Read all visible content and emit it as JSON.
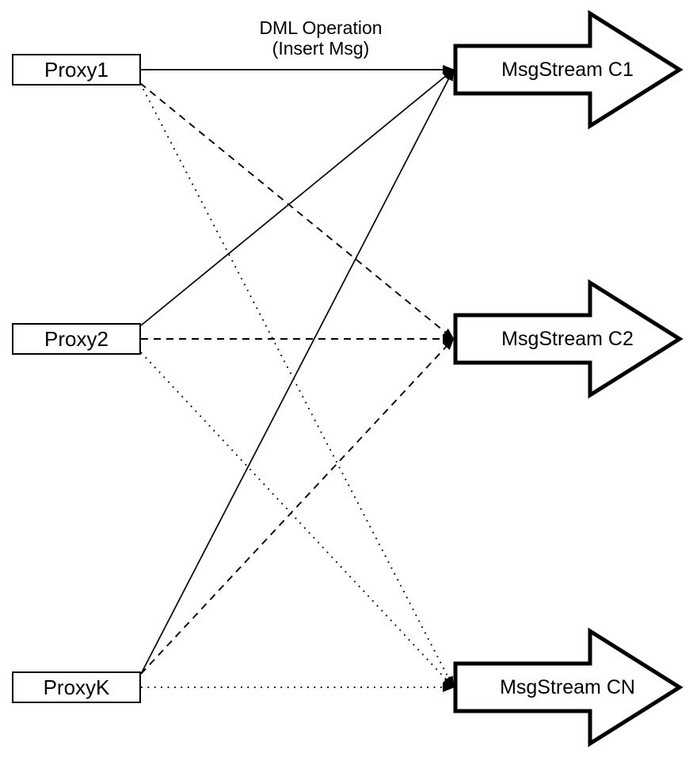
{
  "diagram": {
    "annotation": {
      "line1": "DML Operation",
      "line2": "(Insert Msg)"
    },
    "nodes": {
      "proxies": [
        {
          "id": "proxy1",
          "label": "Proxy1"
        },
        {
          "id": "proxy2",
          "label": "Proxy2"
        },
        {
          "id": "proxyk",
          "label": "ProxyK"
        }
      ],
      "streams": [
        {
          "id": "c1",
          "label": "MsgStream C1"
        },
        {
          "id": "c2",
          "label": "MsgStream C2"
        },
        {
          "id": "cn",
          "label": "MsgStream CN"
        }
      ]
    },
    "edges": [
      {
        "from": "proxy1",
        "to": "c1",
        "style": "solid"
      },
      {
        "from": "proxy2",
        "to": "c1",
        "style": "solid"
      },
      {
        "from": "proxyk",
        "to": "c1",
        "style": "solid"
      },
      {
        "from": "proxy1",
        "to": "c2",
        "style": "dashed"
      },
      {
        "from": "proxy2",
        "to": "c2",
        "style": "dashed"
      },
      {
        "from": "proxyk",
        "to": "c2",
        "style": "dashed"
      },
      {
        "from": "proxy1",
        "to": "cn",
        "style": "dotted"
      },
      {
        "from": "proxy2",
        "to": "cn",
        "style": "dotted"
      },
      {
        "from": "proxyk",
        "to": "cn",
        "style": "dotted"
      }
    ],
    "colors": {
      "stroke": "#000000",
      "fill": "#ffffff"
    }
  }
}
